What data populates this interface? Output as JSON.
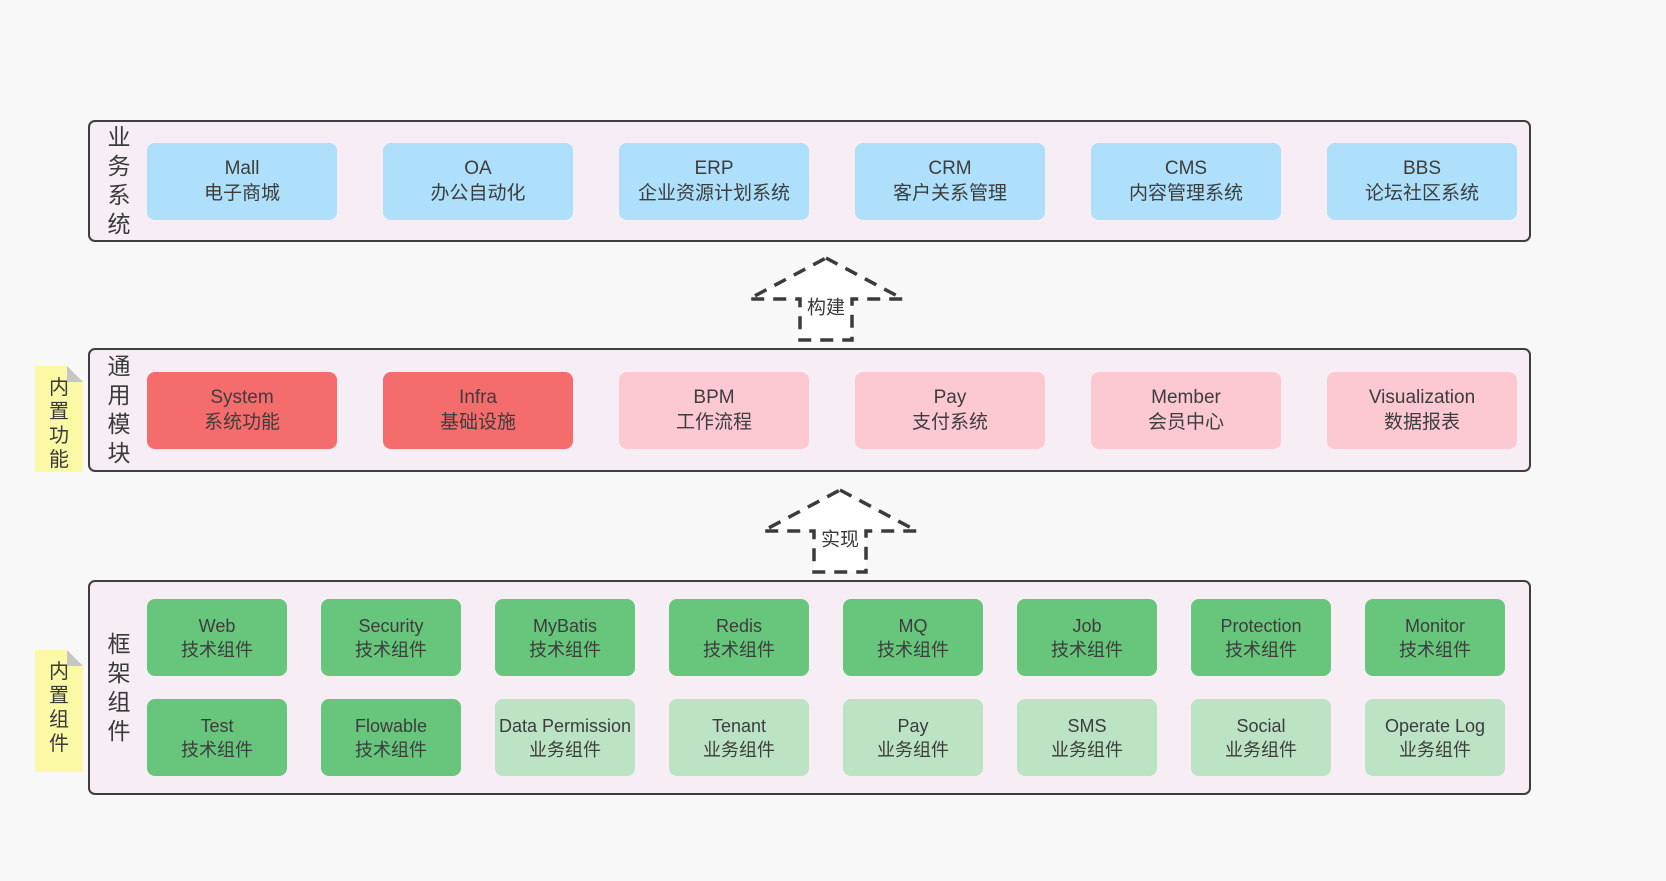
{
  "palette": {
    "page_bg": "#f8f8f8",
    "layer_bg": "#f7edf5",
    "layer_border": "#3e3e3e",
    "blue": "#aedffb",
    "red": "#f56c6c",
    "pink": "#fcc9d3",
    "green": "#68c57c",
    "light_green": "#bbe3c4",
    "note_yellow": "#fbf9a6",
    "note_fold_gray": "#c6c6c6",
    "text": "#3d3d3d"
  },
  "arrows": {
    "build": {
      "label": "构建"
    },
    "implement": {
      "label": "实现"
    }
  },
  "layers": {
    "business": {
      "title": "业务系统",
      "boxes": [
        {
          "name": "Mall",
          "desc": "电子商城"
        },
        {
          "name": "OA",
          "desc": "办公自动化"
        },
        {
          "name": "ERP",
          "desc": "企业资源计划系统"
        },
        {
          "name": "CRM",
          "desc": "客户关系管理"
        },
        {
          "name": "CMS",
          "desc": "内容管理系统"
        },
        {
          "name": "BBS",
          "desc": "论坛社区系统"
        }
      ]
    },
    "modules": {
      "title": "通用模块",
      "note": "内置功能",
      "boxes": [
        {
          "name": "System",
          "desc": "系统功能",
          "variant": "red"
        },
        {
          "name": "Infra",
          "desc": "基础设施",
          "variant": "red"
        },
        {
          "name": "BPM",
          "desc": "工作流程",
          "variant": "pink"
        },
        {
          "name": "Pay",
          "desc": "支付系统",
          "variant": "pink"
        },
        {
          "name": "Member",
          "desc": "会员中心",
          "variant": "pink"
        },
        {
          "name": "Visualization",
          "desc": "数据报表",
          "variant": "pink"
        }
      ]
    },
    "components": {
      "title": "框架组件",
      "note": "内置组件",
      "row1": [
        {
          "name": "Web",
          "desc": "技术组件",
          "variant": "green"
        },
        {
          "name": "Security",
          "desc": "技术组件",
          "variant": "green"
        },
        {
          "name": "MyBatis",
          "desc": "技术组件",
          "variant": "green"
        },
        {
          "name": "Redis",
          "desc": "技术组件",
          "variant": "green"
        },
        {
          "name": "MQ",
          "desc": "技术组件",
          "variant": "green"
        },
        {
          "name": "Job",
          "desc": "技术组件",
          "variant": "green"
        },
        {
          "name": "Protection",
          "desc": "技术组件",
          "variant": "green"
        },
        {
          "name": "Monitor",
          "desc": "技术组件",
          "variant": "green"
        }
      ],
      "row2": [
        {
          "name": "Test",
          "desc": "技术组件",
          "variant": "green"
        },
        {
          "name": "Flowable",
          "desc": "技术组件",
          "variant": "green"
        },
        {
          "name": "Data Permission",
          "desc": "业务组件",
          "variant": "lightgreen"
        },
        {
          "name": "Tenant",
          "desc": "业务组件",
          "variant": "lightgreen"
        },
        {
          "name": "Pay",
          "desc": "业务组件",
          "variant": "lightgreen"
        },
        {
          "name": "SMS",
          "desc": "业务组件",
          "variant": "lightgreen"
        },
        {
          "name": "Social",
          "desc": "业务组件",
          "variant": "lightgreen"
        },
        {
          "name": "Operate Log",
          "desc": "业务组件",
          "variant": "lightgreen"
        }
      ]
    }
  }
}
